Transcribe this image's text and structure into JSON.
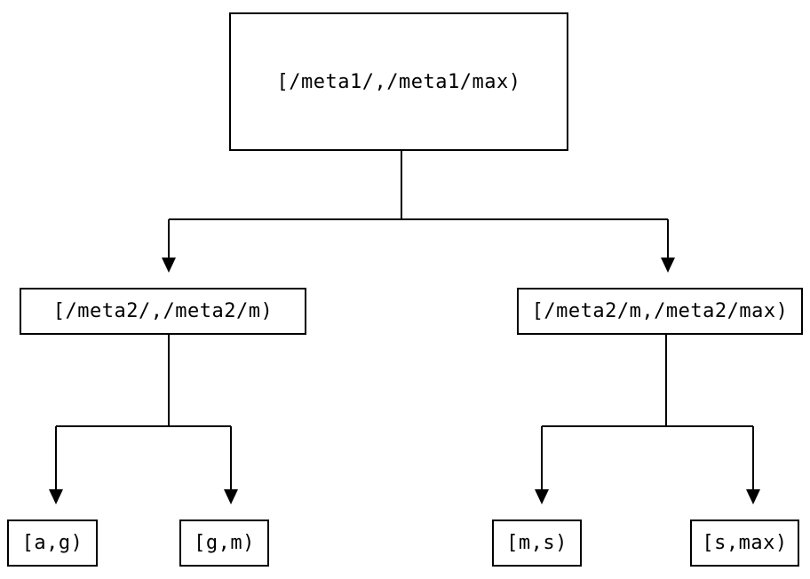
{
  "diagram": {
    "title": "interval-partition-tree",
    "colors": {
      "background": "#ffffff",
      "node_border": "#000000",
      "node_fill": "#ffffff",
      "text": "#000000",
      "edge": "#000000"
    },
    "nodes": {
      "root": {
        "label": "[/meta1/,/meta1/max)"
      },
      "mid_left": {
        "label": "[/meta2/,/meta2/m)"
      },
      "mid_right": {
        "label": "[/meta2/m,/meta2/max)"
      },
      "leaf_ag": {
        "label": "[a,g)"
      },
      "leaf_gm": {
        "label": "[g,m)"
      },
      "leaf_ms": {
        "label": "[m,s)"
      },
      "leaf_smax": {
        "label": "[s,max)"
      }
    },
    "edges": [
      {
        "from": "root",
        "to": "mid_left"
      },
      {
        "from": "root",
        "to": "mid_right"
      },
      {
        "from": "mid_left",
        "to": "leaf_ag"
      },
      {
        "from": "mid_left",
        "to": "leaf_gm"
      },
      {
        "from": "mid_right",
        "to": "leaf_ms"
      },
      {
        "from": "mid_right",
        "to": "leaf_smax"
      }
    ]
  }
}
